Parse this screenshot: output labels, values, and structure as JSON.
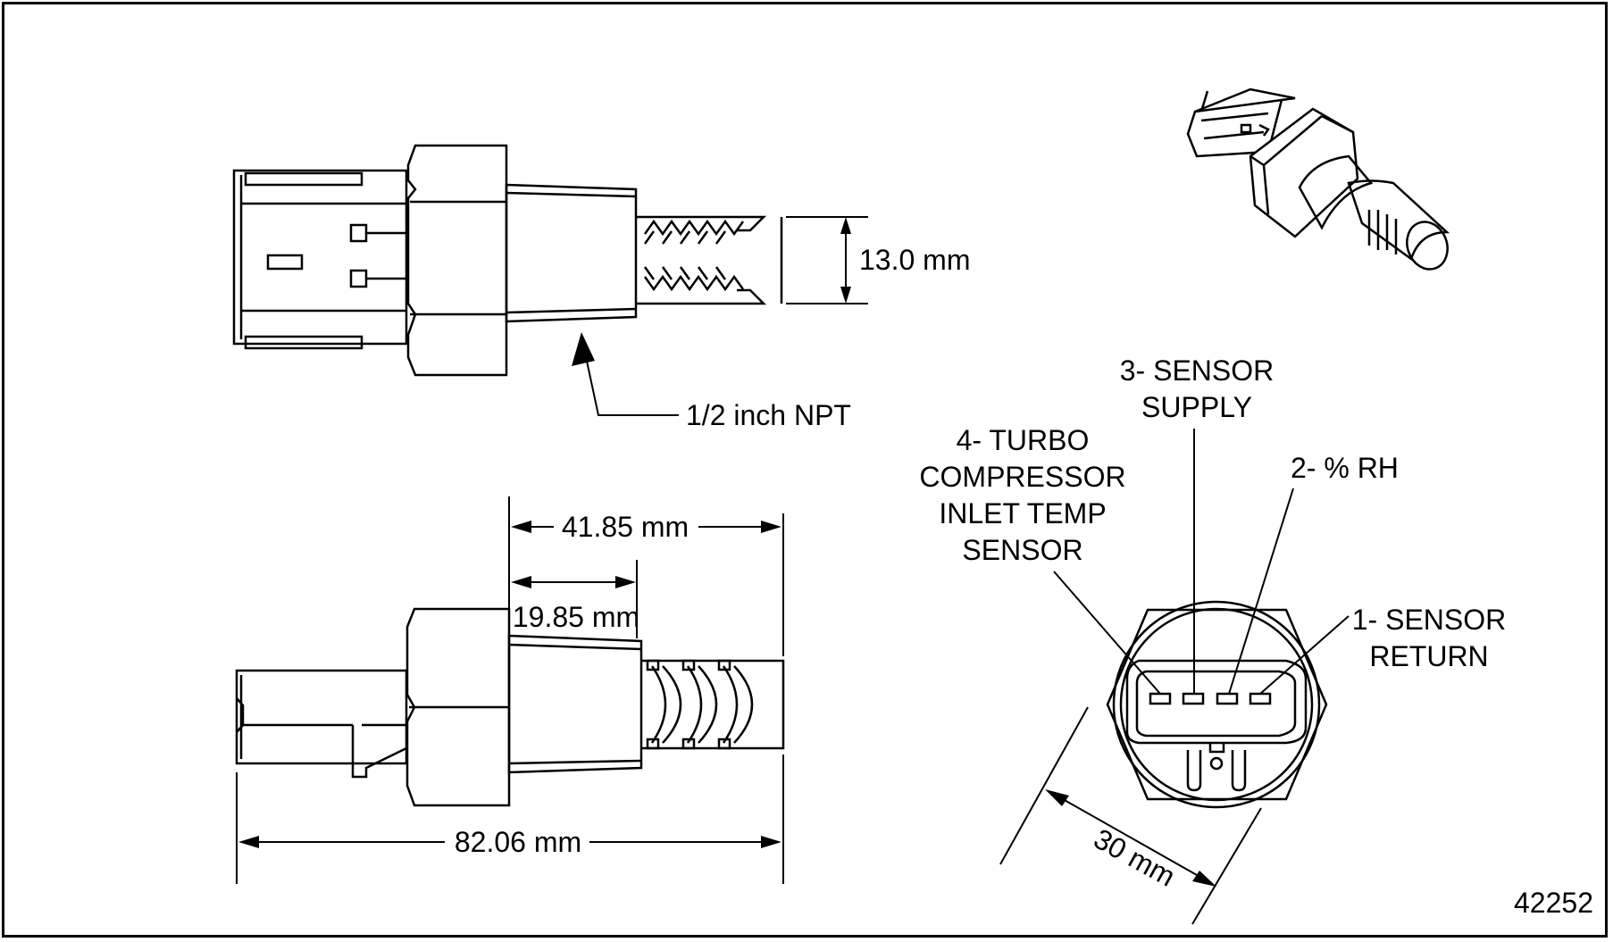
{
  "figure_number": "42252",
  "dimensions": {
    "thread_diameter": "13.0 mm",
    "thread_type": "1/2 inch NPT",
    "hex_to_tip": "41.85 mm",
    "hex_to_thread": "19.85 mm",
    "overall_length": "82.06 mm",
    "hex_across_flats": "30 mm"
  },
  "pins": {
    "pin3_line1": "3- SENSOR",
    "pin3_line2": "SUPPLY",
    "pin4_line1": "4- TURBO",
    "pin4_line2": "COMPRESSOR",
    "pin4_line3": "INLET TEMP",
    "pin4_line4": "SENSOR",
    "pin2": "2- % RH",
    "pin1_line1": "1- SENSOR",
    "pin1_line2": "RETURN"
  }
}
